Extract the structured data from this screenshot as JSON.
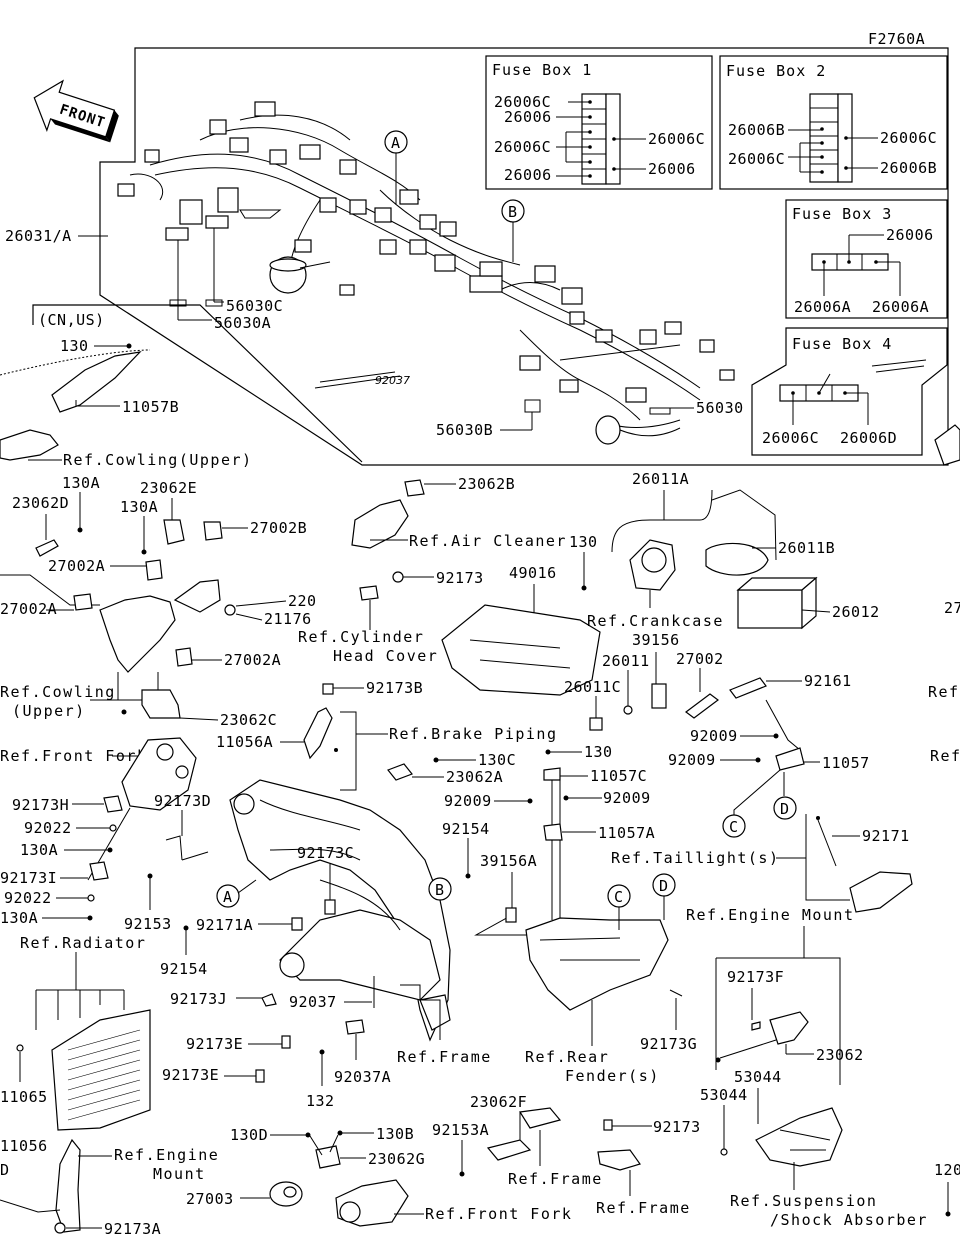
{
  "figure_id": "F2760A",
  "front_arrow": "FRONT",
  "fuse_boxes": [
    {
      "title": "Fuse Box 1",
      "labels": [
        "26006C",
        "26006",
        "26006C",
        "26006",
        "26006C",
        "26006"
      ]
    },
    {
      "title": "Fuse Box 2",
      "labels": [
        "26006B",
        "26006C",
        "26006C",
        "26006B"
      ]
    },
    {
      "title": "Fuse Box 3",
      "labels": [
        "26006",
        "26006A",
        "26006A"
      ]
    },
    {
      "title": "Fuse Box 4",
      "labels": [
        "26006C",
        "26006D"
      ]
    }
  ],
  "callouts": [
    "A",
    "B",
    "A",
    "B",
    "C",
    "D",
    "C",
    "D"
  ],
  "parts": {
    "p26031A": "26031/A",
    "p56030C": "56030C",
    "p56030A": "56030A",
    "p56030": "56030",
    "p56030B": "56030B",
    "cnus": "(CN,US)",
    "p130_1": "130",
    "p11057B": "11057B",
    "refCowlingUpper1": "Ref.Cowling(Upper)",
    "p130A_1": "130A",
    "p23062D": "23062D",
    "p23062E": "23062E",
    "p130A_2": "130A",
    "p27002B": "27002B",
    "p27002A_1": "27002A",
    "p27002A_2": "27002A",
    "p220": "220",
    "p21176": "21176",
    "p27002A_3": "27002A",
    "refCowling2a": "Ref.Cowling",
    "refCowling2b": "(Upper)",
    "p23062C": "23062C",
    "p23062B": "23062B",
    "refAirCleaner": "Ref.Air Cleaner",
    "p130_2": "130",
    "p92173_1": "92173",
    "refCylinderA": "Ref.Cylinder",
    "refCylinderB": "Head Cover",
    "p49016": "49016",
    "p26011A": "26011A",
    "p26011B": "26011B",
    "p26012": "26012",
    "refCrankcase": "Ref.Crankcase",
    "p39156": "39156",
    "p26011": "26011",
    "p27002": "27002",
    "p26011C": "26011C",
    "p92161": "92161",
    "p92173B": "92173B",
    "p11056A": "11056A",
    "refBrakePiping": "Ref.Brake Piping",
    "p130C": "130C",
    "p23062A": "23062A",
    "p130_3": "130",
    "p11057C": "11057C",
    "p92009_1": "92009",
    "p92009_2": "92009",
    "p11057": "11057",
    "p92009_3": "92009",
    "p92009_4": "92009",
    "p11057A": "11057A",
    "refFrontFork1": "Ref.Front Fork",
    "p92173H": "92173H",
    "p92173D": "92173D",
    "p92022_1": "92022",
    "p130A_3": "130A",
    "p92173I": "92173I",
    "p92022_2": "92022",
    "p130A_4": "130A",
    "p92173C": "92173C",
    "p92154_1": "92154",
    "p39156A": "39156A",
    "refTaillights": "Ref.Taillight(s)",
    "p92171": "92171",
    "refEngineMount1": "Ref.Engine Mount",
    "p92153": "92153",
    "p92171A": "92171A",
    "refRadiator": "Ref.Radiator",
    "p92154_2": "92154",
    "p92173J": "92173J",
    "p92037": "92037",
    "p92173F": "92173F",
    "p92173E_1": "92173E",
    "p92173E_2": "92173E",
    "p92037A": "92037A",
    "refFrame1": "Ref.Frame",
    "refRearFenderA": "Ref.Rear",
    "refRearFenderB": "Fender(s)",
    "p92173G": "92173G",
    "p23062": "23062",
    "p11065": "11065",
    "p132": "132",
    "p53044_1": "53044",
    "p53044_2": "53044",
    "p23062F": "23062F",
    "p92153A": "92153A",
    "p92173_2": "92173",
    "p130D": "130D",
    "p130B": "130B",
    "p11056": "11056",
    "refEngineMount2a": "Ref.Engine",
    "refEngineMount2b": "Mount",
    "p23062G": "23062G",
    "refFrame2": "Ref.Frame",
    "p27003": "27003",
    "refFrontFork2": "Ref.Front Fork",
    "refFrame3": "Ref.Frame",
    "refSuspensionA": "Ref.Suspension",
    "refSuspensionB": "/Shock Absorber",
    "p92173A": "92173A",
    "edgeD": "D",
    "edge27": "27",
    "edgeRef1": "Ref",
    "edgeRef2": "Ref",
    "edge120": "120",
    "hw_tag": "92037"
  }
}
